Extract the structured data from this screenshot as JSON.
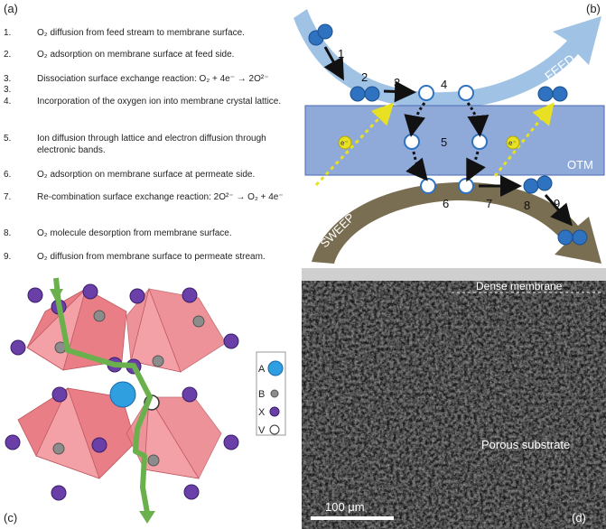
{
  "panels": {
    "a": "(a)",
    "b": "(b)",
    "c": "(c)",
    "d": "(d)"
  },
  "steps": [
    {
      "num": "1.",
      "text": "O₂ diffusion from feed stream to membrane surface."
    },
    {
      "num": "2.",
      "text": "O₂ adsorption on membrane surface at feed side."
    },
    {
      "num": "3.",
      "text": "Dissociation surface exchange reaction: O₂ + 4e⁻ → 2O²⁻"
    },
    {
      "num": "3.",
      "text": ""
    },
    {
      "num": "4.",
      "text": "Incorporation of the oxygen ion into membrane crystal lattice."
    },
    {
      "num": "5.",
      "text": "Ion diffusion through lattice and electron diffusion through electronic bands."
    },
    {
      "num": "6.",
      "text": "O₂ adsorption on membrane surface at permeate side."
    },
    {
      "num": "7.",
      "text": "Re-combination surface exchange reaction: 2O²⁻ → O₂ + 4e⁻"
    },
    {
      "num": "8.",
      "text": "O₂ molecule desorption from membrane surface."
    },
    {
      "num": "9.",
      "text": "O₂ diffusion from membrane surface to permeate stream."
    }
  ],
  "diagram_b": {
    "feed_label": "FEED",
    "sweep_label": "SWEEP",
    "membrane_label": "OTM",
    "electron_label": "e⁻",
    "step_numbers": [
      "1",
      "2",
      "3",
      "4",
      "5",
      "6",
      "7",
      "8",
      "9"
    ],
    "colors": {
      "membrane": "#8fa9d9",
      "feed_arrow": "#8fb8e0",
      "sweep_arrow": "#7a6e52",
      "molecule": "#2f72c0",
      "ion_stroke": "#2f72c0",
      "electron": "#e8e022"
    }
  },
  "diagram_c": {
    "legend": [
      {
        "label": "A",
        "icon": "large-blue-sphere"
      },
      {
        "label": "B",
        "icon": "small-grey-sphere"
      },
      {
        "label": "X",
        "icon": "purple-sphere"
      },
      {
        "label": "V",
        "icon": "white-vacancy-circle"
      }
    ],
    "colors": {
      "octahedron": "#e8747c",
      "x_atom": "#6a3fa8",
      "b_atom": "#8c8c8c",
      "a_atom": "#2f9fe0",
      "path_arrow": "#6ab04c"
    }
  },
  "micrograph_d": {
    "top_label": "Dense membrane",
    "bottom_label": "Porous substrate",
    "scale_bar": "100 μm"
  }
}
